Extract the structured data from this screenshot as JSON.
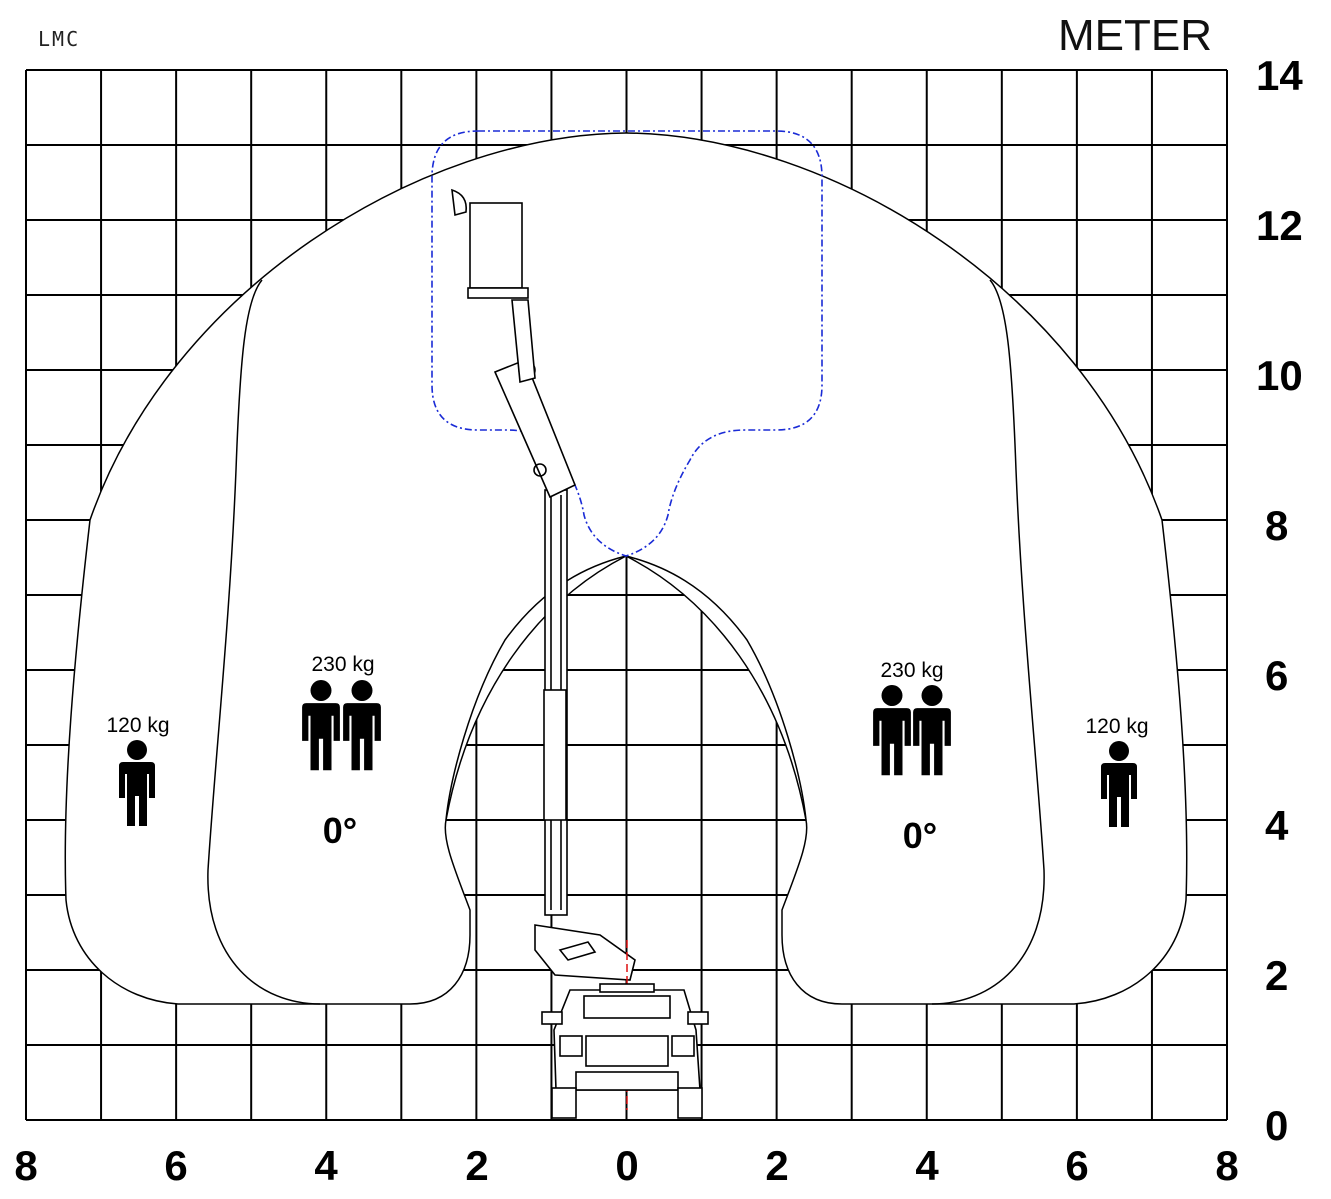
{
  "brand": "LMC",
  "unit_label": "METER",
  "chart_data": {
    "type": "diagram",
    "x_ticks": [
      "8",
      "6",
      "4",
      "2",
      "0",
      "2",
      "4",
      "6",
      "8"
    ],
    "y_ticks": [
      "0",
      "2",
      "4",
      "6",
      "8",
      "10",
      "12",
      "14"
    ],
    "xlim": [
      -8,
      8
    ],
    "ylim": [
      0,
      14
    ],
    "grid": true,
    "zones": [
      {
        "side": "left",
        "load": "120 kg",
        "persons": 1
      },
      {
        "side": "left",
        "load": "230 kg",
        "persons": 2,
        "angle": "0°"
      },
      {
        "side": "right",
        "load": "230 kg",
        "persons": 2,
        "angle": "0°"
      },
      {
        "side": "right",
        "load": "120 kg",
        "persons": 1
      }
    ]
  },
  "labels": {
    "left_outer_load": "120 kg",
    "left_inner_load": "230 kg",
    "left_angle": "0°",
    "right_inner_load": "230 kg",
    "right_angle": "0°",
    "right_outer_load": "120 kg"
  }
}
